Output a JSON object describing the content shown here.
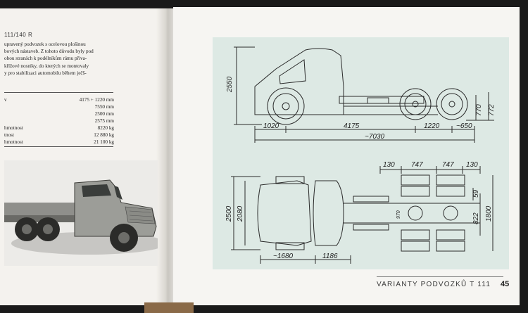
{
  "left_page": {
    "subtitle": "111/140 R",
    "paragraph_lines": [
      "upravený podvozek s ocelovou plošinou",
      "bových nástaveb. Z tohoto důvodu byly pod",
      "obou stranách k podélníkům rámu přiva-",
      "křížové nosníky, do kterých se montovaly",
      "y pro stabilizaci automobilu během ječš-"
    ],
    "specs": [
      {
        "label": "v",
        "value": "4175 + 1220 mm"
      },
      {
        "label": "",
        "value": "7550 mm"
      },
      {
        "label": "",
        "value": "2500 mm"
      },
      {
        "label": "",
        "value": "2575 mm"
      },
      {
        "label": "hmotnost",
        "value": "8220 kg"
      },
      {
        "label": "tnost",
        "value": "12 880 kg"
      },
      {
        "label": "hmotnost",
        "value": "21 100 kg"
      }
    ]
  },
  "drawing": {
    "side_view": {
      "height_total": "2550",
      "rear_height_1": "770",
      "rear_height_2": "772",
      "front_overhang": "1020",
      "wheelbase": "4175",
      "tandem": "1220",
      "rear_overhang": "~650",
      "overall_length": "~7030"
    },
    "top_view": {
      "top_1": "130",
      "top_2": "747",
      "top_3": "747",
      "top_4": "130",
      "width_outer": "2500",
      "width_inner": "2080",
      "right_1": "59",
      "right_2": "822",
      "right_3": "1800",
      "center": "970",
      "bottom_1": "~1680",
      "bottom_2": "1186"
    }
  },
  "footer": {
    "label": "VARIANTY PODVOZKŮ T 111",
    "page_number": "45"
  }
}
